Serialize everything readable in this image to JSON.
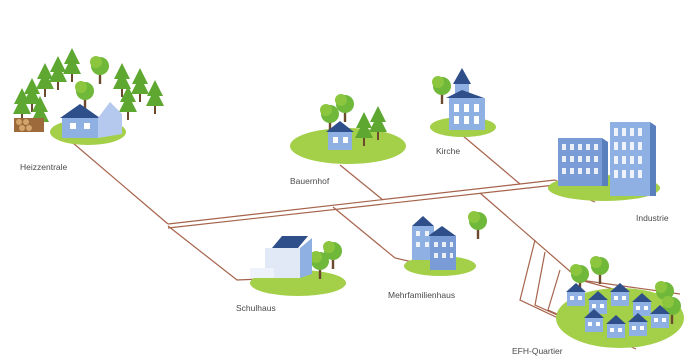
{
  "nodes": {
    "heizzentrale": "Heizzentrale",
    "bauernhof": "Bauernhof",
    "kirche": "Kirche",
    "industrie": "Industrie",
    "schulhaus": "Schulhaus",
    "mehrfamilienhaus": "Mehrfamilienhaus",
    "efh_quartier": "EFH-Quartier"
  },
  "colors": {
    "pipe": "#a6634c",
    "grass": "#a4cf48",
    "tree_dark": "#5ea832",
    "tree_light": "#8cc63f",
    "building_blue": "#7a9cd6",
    "roof_blue": "#2f4f8a"
  }
}
